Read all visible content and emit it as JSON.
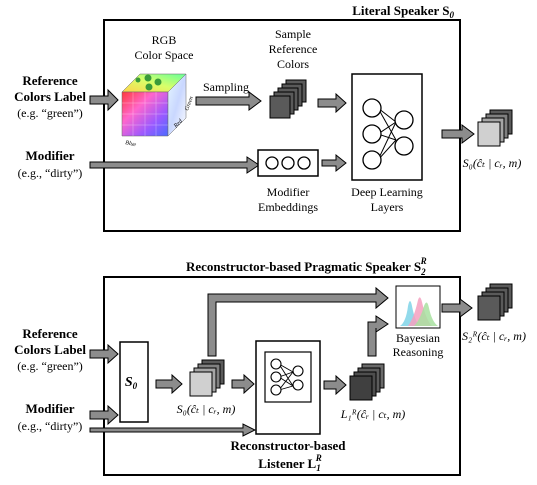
{
  "top": {
    "title": "Literal Speaker S",
    "title_sub": "0",
    "ref_label_line1": "Reference",
    "ref_label_line2": "Colors Label",
    "ref_label_line3": "(e.g. “green”)",
    "mod_label_line1": "Modifier",
    "mod_label_line2": "(e.g., “dirty”)",
    "rgb_line1": "RGB",
    "rgb_line2": "Color Space",
    "sampling": "Sampling",
    "sample_line1": "Sample",
    "sample_line2": "Reference",
    "sample_line3": "Colors",
    "mod_emb_line1": "Modifier",
    "mod_emb_line2": "Embeddings",
    "dl_line1": "Deep Learning",
    "dl_line2": "Layers",
    "output_formula": "S₀(ĉₜ | cᵣ, m)",
    "axis_blue": "Blue",
    "axis_red": "Red",
    "axis_green": "Green"
  },
  "bottom": {
    "title": "Reconstructor-based Pragmatic Speaker S",
    "title_sub": "2",
    "title_sup": "R",
    "ref_label_line1": "Reference",
    "ref_label_line2": "Colors Label",
    "ref_label_line3": "(e.g. “green”)",
    "mod_label_line1": "Modifier",
    "mod_label_line2": "(e.g., “dirty”)",
    "s0_box": "S",
    "s0_box_sub": "0",
    "s0_formula": "S₀(ĉₜ | cᵣ, m)",
    "listener_formula": "L₁ᴿ(ĉᵣ | cₜ, m)",
    "bayes_line1": "Bayesian",
    "bayes_line2": "Reasoning",
    "output_formula": "S₂ᴿ(ĉₜ | cᵣ, m)",
    "recon_line1": "Reconstructor-based",
    "recon_line2": "Listener L",
    "recon_sub": "1",
    "recon_sup": "R"
  }
}
